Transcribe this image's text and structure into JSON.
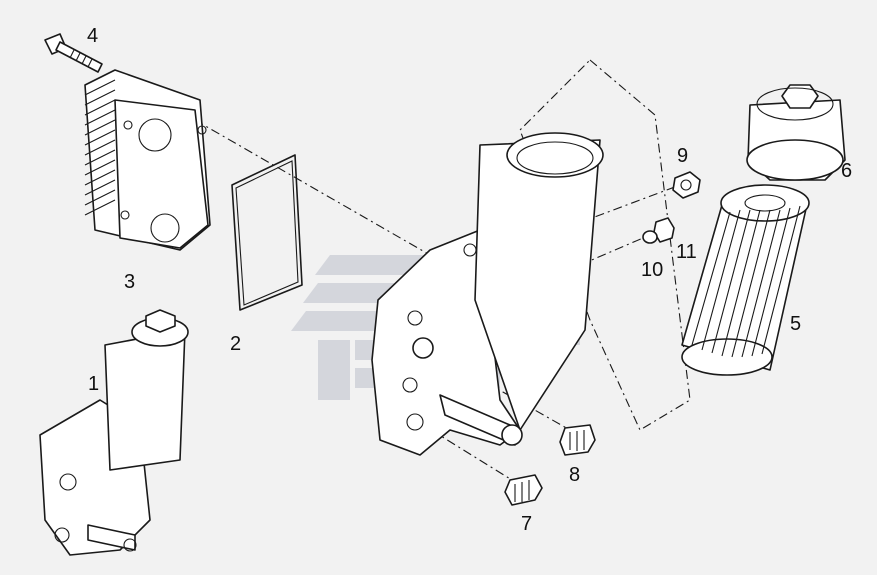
{
  "diagram": {
    "callouts": [
      {
        "id": "1",
        "label": "1"
      },
      {
        "id": "2",
        "label": "2"
      },
      {
        "id": "3",
        "label": "3"
      },
      {
        "id": "4",
        "label": "4"
      },
      {
        "id": "5",
        "label": "5"
      },
      {
        "id": "6",
        "label": "6"
      },
      {
        "id": "7",
        "label": "7"
      },
      {
        "id": "8",
        "label": "8"
      },
      {
        "id": "9",
        "label": "9"
      },
      {
        "id": "10",
        "label": "10"
      },
      {
        "id": "11",
        "label": "11"
      }
    ]
  },
  "colors": {
    "background": "#f2f2f2",
    "line": "#1a1a1a",
    "watermark": "#c9ccd4"
  }
}
